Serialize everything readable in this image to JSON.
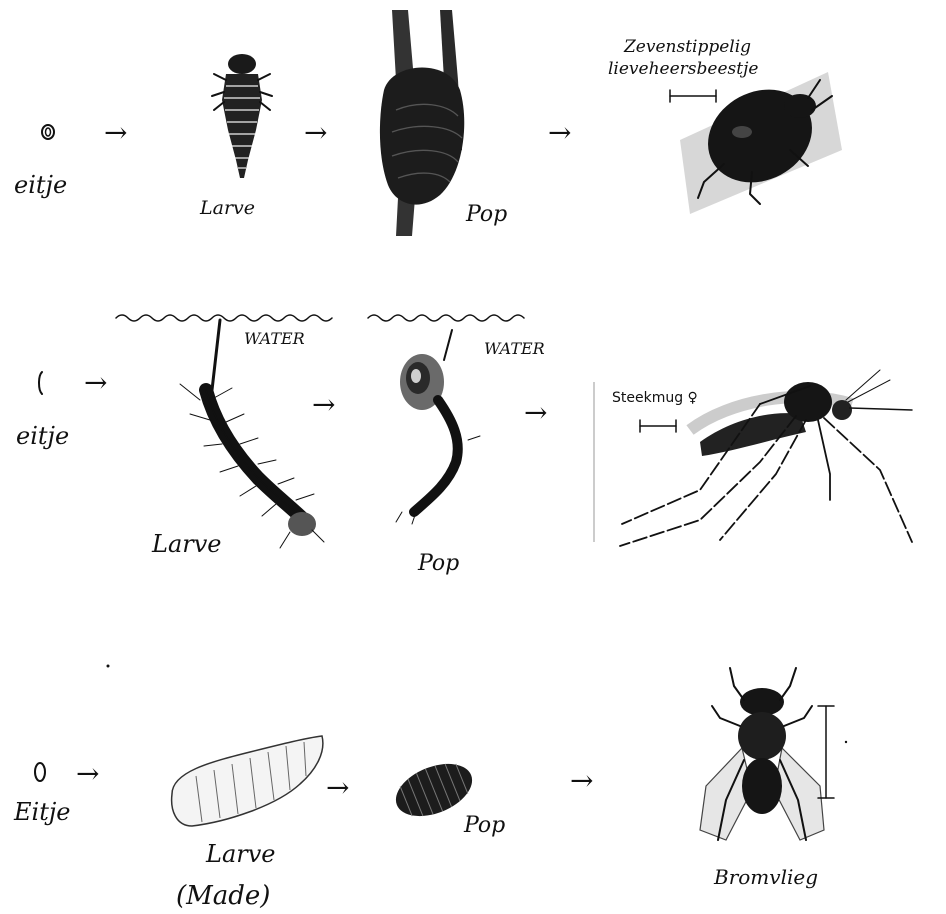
{
  "rows": [
    {
      "id": "ladybird",
      "egg_label": "eitje",
      "larva_label": "Larve",
      "pupa_label": "Pop",
      "adult_label_line1": "Zevenstippelig",
      "adult_label_line2": "lieveheersbeestje"
    },
    {
      "id": "mosquito",
      "egg_label": "eitje",
      "larva_label": "Larve",
      "pupa_label": "Pop",
      "water_label_1": "WATER",
      "water_label_2": "WATER",
      "adult_label": "Steekmug ♀"
    },
    {
      "id": "blowfly",
      "egg_label": "Eitje",
      "larva_label": "Larve",
      "larva_sublabel": "(Made)",
      "pupa_label": "Pop",
      "adult_label": "Bromvlieg"
    }
  ],
  "arrow_glyph": "→",
  "icons": {
    "egg": "egg-icon",
    "ladybird_larva": "ladybird-larva-icon",
    "ladybird_pupa": "ladybird-pupa-icon",
    "ladybird": "ladybird-icon",
    "mosquito_larva": "mosquito-larva-icon",
    "mosquito_pupa": "mosquito-pupa-icon",
    "mosquito": "mosquito-icon",
    "maggot": "maggot-icon",
    "fly_pupa": "fly-pupa-icon",
    "blowfly": "blowfly-icon"
  }
}
